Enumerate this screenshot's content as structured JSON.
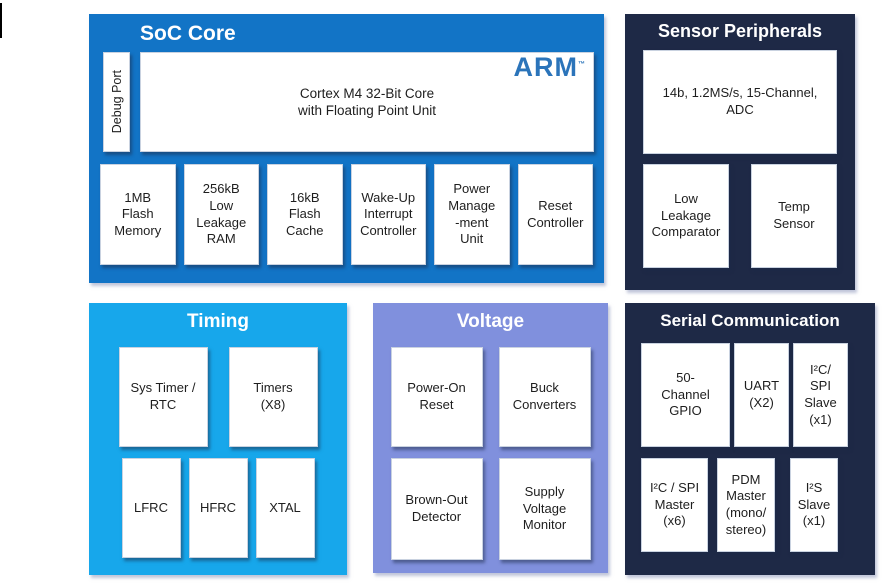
{
  "colors": {
    "soc_core_bg": "#1274C6",
    "dark_navy_bg": "#1E2946",
    "timing_bg": "#17A7EB",
    "voltage_bg": "#8090DD",
    "arm_logo_blue": "#2B74BA",
    "subblock_bg": "#FFFFFF",
    "title_text": "#FFFFFF"
  },
  "panels": {
    "soc_core": {
      "title": "SoC Core",
      "debug_port_label": "Debug Port",
      "cpu_label": "Cortex M4 32-Bit Core\nwith Floating Point Unit",
      "arm_logo": "ARM",
      "arm_trademark": "™",
      "blocks": [
        "1MB\nFlash\nMemory",
        "256kB\nLow\nLeakage\nRAM",
        "16kB\nFlash\nCache",
        "Wake-Up\nInterrupt\nController",
        "Power\nManage\n-ment\nUnit",
        "Reset\nController"
      ]
    },
    "sensor_peripherals": {
      "title": "Sensor Peripherals",
      "adc_label": "14b, 1.2MS/s, 15-Channel,\nADC",
      "blocks": [
        "Low\nLeakage\nComparator",
        "Temp\nSensor"
      ]
    },
    "timing": {
      "title": "Timing",
      "row1": [
        "Sys Timer /\nRTC",
        "Timers\n(X8)"
      ],
      "row2": [
        "LFRC",
        "HFRC",
        "XTAL"
      ]
    },
    "voltage": {
      "title": "Voltage",
      "row1": [
        "Power-On\nReset",
        "Buck\nConverters"
      ],
      "row2": [
        "Brown-Out\nDetector",
        "Supply\nVoltage\nMonitor"
      ]
    },
    "serial_communication": {
      "title": "Serial Communication",
      "row1": [
        "50-\nChannel\nGPIO",
        "UART\n(X2)",
        "I²C/\nSPI\nSlave\n(x1)"
      ],
      "row2": [
        "I²C / SPI\nMaster\n(x6)",
        "PDM\nMaster\n(mono/\nstereo)",
        "I²S\nSlave\n(x1)"
      ]
    }
  }
}
